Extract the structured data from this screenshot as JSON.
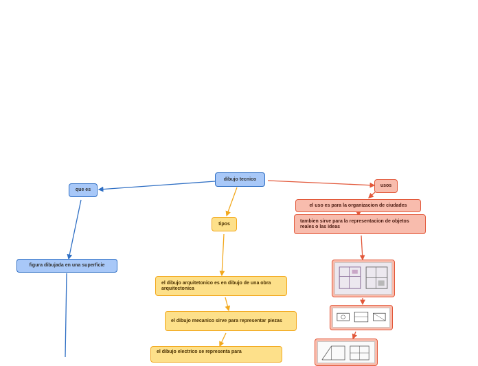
{
  "nodes": {
    "root": "dibujo tecnico",
    "que_es": "que es",
    "figura": "figura dibujada en una superficie",
    "tipos": "tipos",
    "arquitectonico": "el dibujo arquitetonico es en dibujo de una obra arquitectonica",
    "mecanico": "el dibujo mecanico sirve para representar piezas",
    "electrico": "el dibujo electrico se representa para",
    "usos": "usos",
    "uso_organizacion": "el uso es para la organizacion de ciudades",
    "tambien": "tambien sirve para la representacion de objetos reales o las ideas"
  },
  "colors": {
    "blue": "#2f6fc4",
    "yellow": "#f2a81d",
    "red": "#e2583a"
  }
}
